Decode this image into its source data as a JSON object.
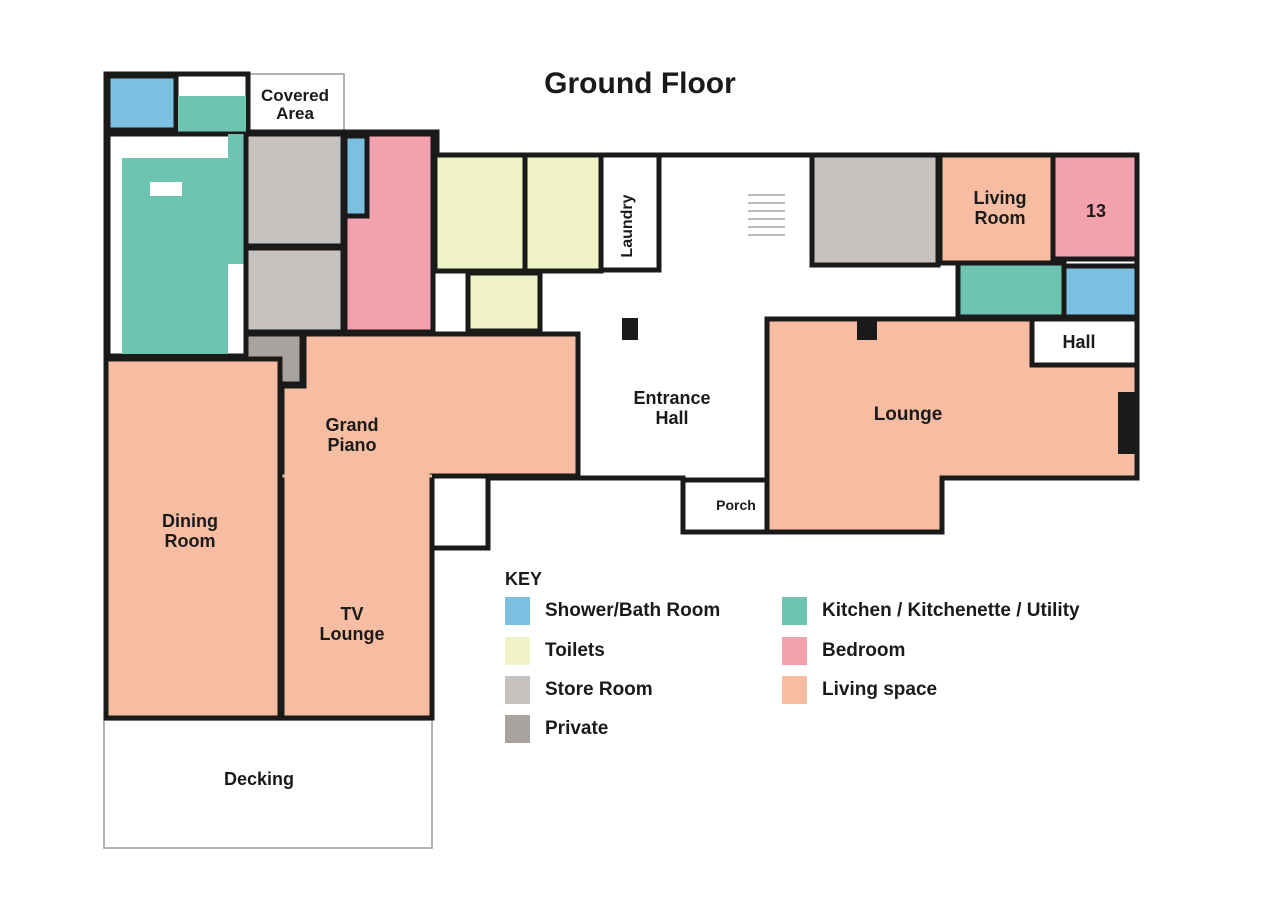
{
  "title": "Ground Floor",
  "colors": {
    "shower": "#7cc0e1",
    "toilets": "#eff3c6",
    "store": "#c5c2bf",
    "private": "#a8a39f",
    "kitchen": "#6fc3b1",
    "bedroom": "#f3a1ad",
    "living": "#f7bda2"
  },
  "rooms": {
    "covered_area": [
      "Covered",
      "Area"
    ],
    "laundry": "Laundry",
    "entrance_hall": [
      "Entrance",
      "Hall"
    ],
    "living_room": [
      "Living",
      "Room"
    ],
    "bedroom_13": "13",
    "hall": "Hall",
    "lounge": "Lounge",
    "porch": "Porch",
    "grand_piano": [
      "Grand",
      "Piano"
    ],
    "dining_room": [
      "Dining",
      "Room"
    ],
    "tv_lounge": [
      "TV",
      "Lounge"
    ],
    "decking": "Decking"
  },
  "key": {
    "title": "KEY",
    "items": [
      {
        "label": "Shower/Bath Room",
        "color": "#7cc0e1"
      },
      {
        "label": "Toilets",
        "color": "#eff3c6"
      },
      {
        "label": "Store Room",
        "color": "#c5c2bf"
      },
      {
        "label": "Private",
        "color": "#a8a39f"
      },
      {
        "label": "Kitchen / Kitchenette / Utility",
        "color": "#6fc3b1"
      },
      {
        "label": "Bedroom",
        "color": "#f3a1ad"
      },
      {
        "label": "Living space",
        "color": "#f7bda2"
      }
    ]
  }
}
